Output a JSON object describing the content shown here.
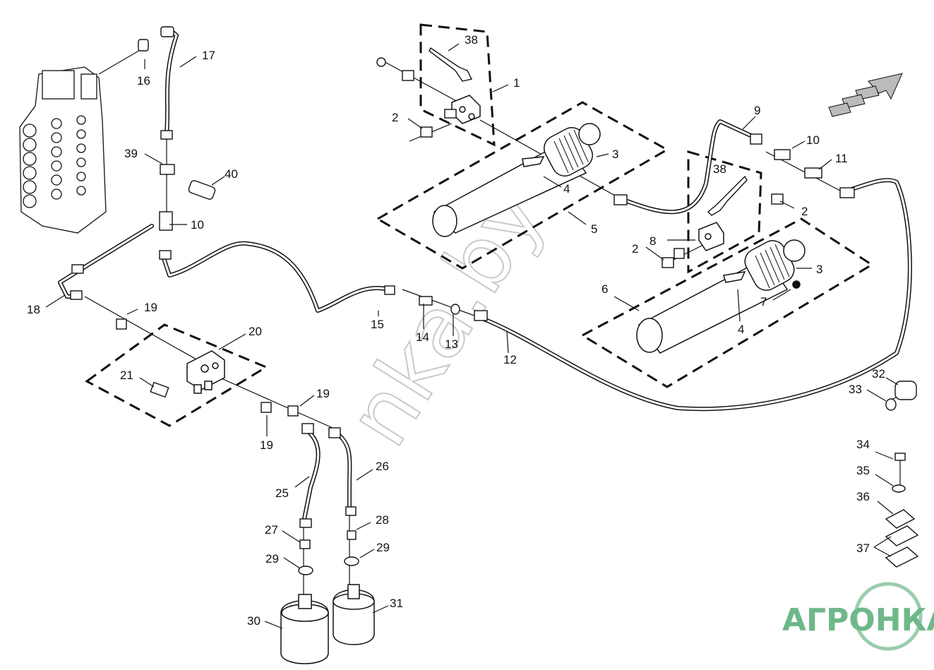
{
  "diagram": {
    "part_labels": [
      {
        "id": "l1",
        "text": "1"
      },
      {
        "id": "l2a",
        "text": "2"
      },
      {
        "id": "l2b",
        "text": "2"
      },
      {
        "id": "l2c",
        "text": "2"
      },
      {
        "id": "l3a",
        "text": "3"
      },
      {
        "id": "l3b",
        "text": "3"
      },
      {
        "id": "l4a",
        "text": "4"
      },
      {
        "id": "l4b",
        "text": "4"
      },
      {
        "id": "l5",
        "text": "5"
      },
      {
        "id": "l6",
        "text": "6"
      },
      {
        "id": "l7",
        "text": "7"
      },
      {
        "id": "l8",
        "text": "8"
      },
      {
        "id": "l9",
        "text": "9"
      },
      {
        "id": "l10a",
        "text": "10"
      },
      {
        "id": "l10b",
        "text": "10"
      },
      {
        "id": "l11",
        "text": "11"
      },
      {
        "id": "l12",
        "text": "12"
      },
      {
        "id": "l13",
        "text": "13"
      },
      {
        "id": "l14",
        "text": "14"
      },
      {
        "id": "l15",
        "text": "15"
      },
      {
        "id": "l16",
        "text": "16"
      },
      {
        "id": "l17",
        "text": "17"
      },
      {
        "id": "l18",
        "text": "18"
      },
      {
        "id": "l19a",
        "text": "19"
      },
      {
        "id": "l19b",
        "text": "19"
      },
      {
        "id": "l19c",
        "text": "19"
      },
      {
        "id": "l20",
        "text": "20"
      },
      {
        "id": "l21",
        "text": "21"
      },
      {
        "id": "l25",
        "text": "25"
      },
      {
        "id": "l26",
        "text": "26"
      },
      {
        "id": "l27",
        "text": "27"
      },
      {
        "id": "l28",
        "text": "28"
      },
      {
        "id": "l29a",
        "text": "29"
      },
      {
        "id": "l29b",
        "text": "29"
      },
      {
        "id": "l30",
        "text": "30"
      },
      {
        "id": "l31",
        "text": "31"
      },
      {
        "id": "l32",
        "text": "32"
      },
      {
        "id": "l33",
        "text": "33"
      },
      {
        "id": "l34",
        "text": "34"
      },
      {
        "id": "l35",
        "text": "35"
      },
      {
        "id": "l36",
        "text": "36"
      },
      {
        "id": "l37",
        "text": "37"
      },
      {
        "id": "l38a",
        "text": "38"
      },
      {
        "id": "l38b",
        "text": "38"
      },
      {
        "id": "l39",
        "text": "39"
      },
      {
        "id": "l40",
        "text": "40"
      }
    ],
    "watermark": "nka.by",
    "logo": "АГРОНКА",
    "colors": {
      "line": "#111111",
      "watermark": "#c9c9c9",
      "logo": "#6fb88a"
    }
  }
}
